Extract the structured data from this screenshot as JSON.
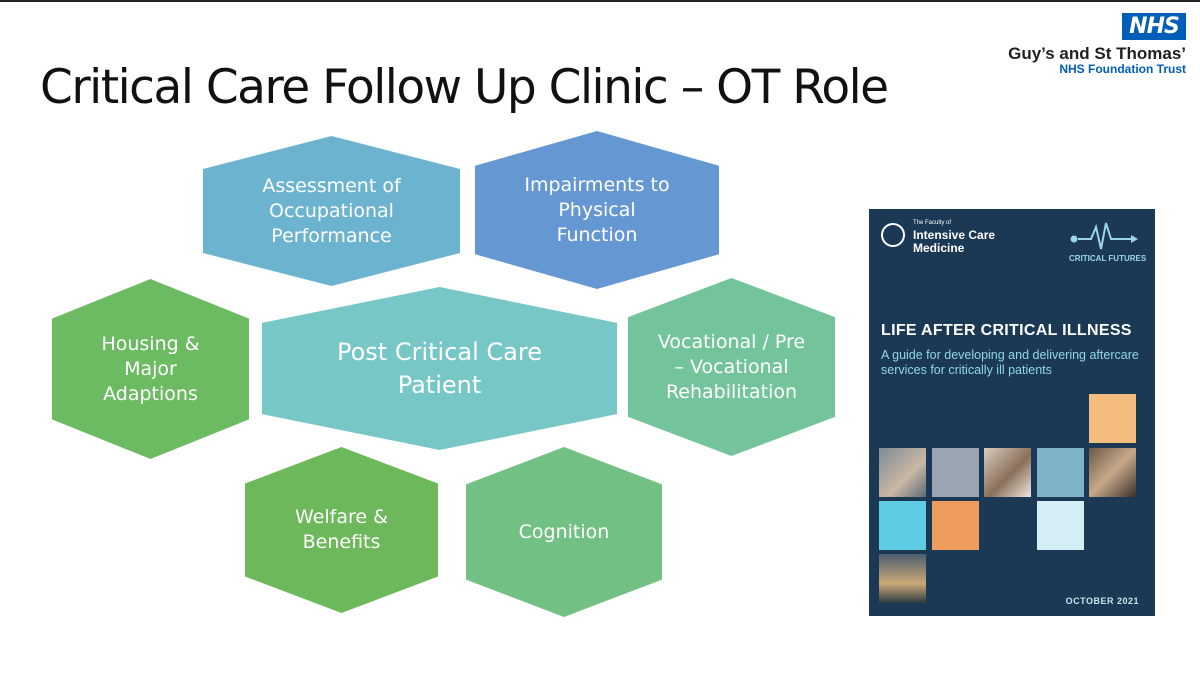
{
  "slide": {
    "title": "Critical Care Follow Up Clinic – OT  Role"
  },
  "branding": {
    "nhs_logo": "NHS",
    "trust_name": "Guy’s and St Thomas’",
    "trust_subtitle": "NHS Foundation Trust",
    "nhs_blue": "#005eb8"
  },
  "hexagons": [
    {
      "label": "Assessment of Occupational Performance",
      "color": "#6bb3cf"
    },
    {
      "label": "Impairments to Physical Function",
      "color": "#6598d3"
    },
    {
      "label": "Housing & Major Adaptions",
      "color": "#6cbb63"
    },
    {
      "label": "Post Critical Care Patient",
      "color": "#78c7c7"
    },
    {
      "label": "Vocational / Pre – Vocational Rehabilitation",
      "color": "#74c49b"
    },
    {
      "label": "Welfare & Benefits",
      "color": "#6db85a"
    },
    {
      "label": "Cognition",
      "color": "#72c083"
    }
  ],
  "cover": {
    "faculty_small": "The Faculty of",
    "faculty_name": "Intensive Care Medicine",
    "critical_futures": "CRITICAL FUTURES",
    "title": "LIFE AFTER CRITICAL ILLNESS",
    "subtitle": "A guide for developing and delivering aftercare services for critically ill patients",
    "date": "OCTOBER 2021",
    "background": "#1b3954"
  }
}
